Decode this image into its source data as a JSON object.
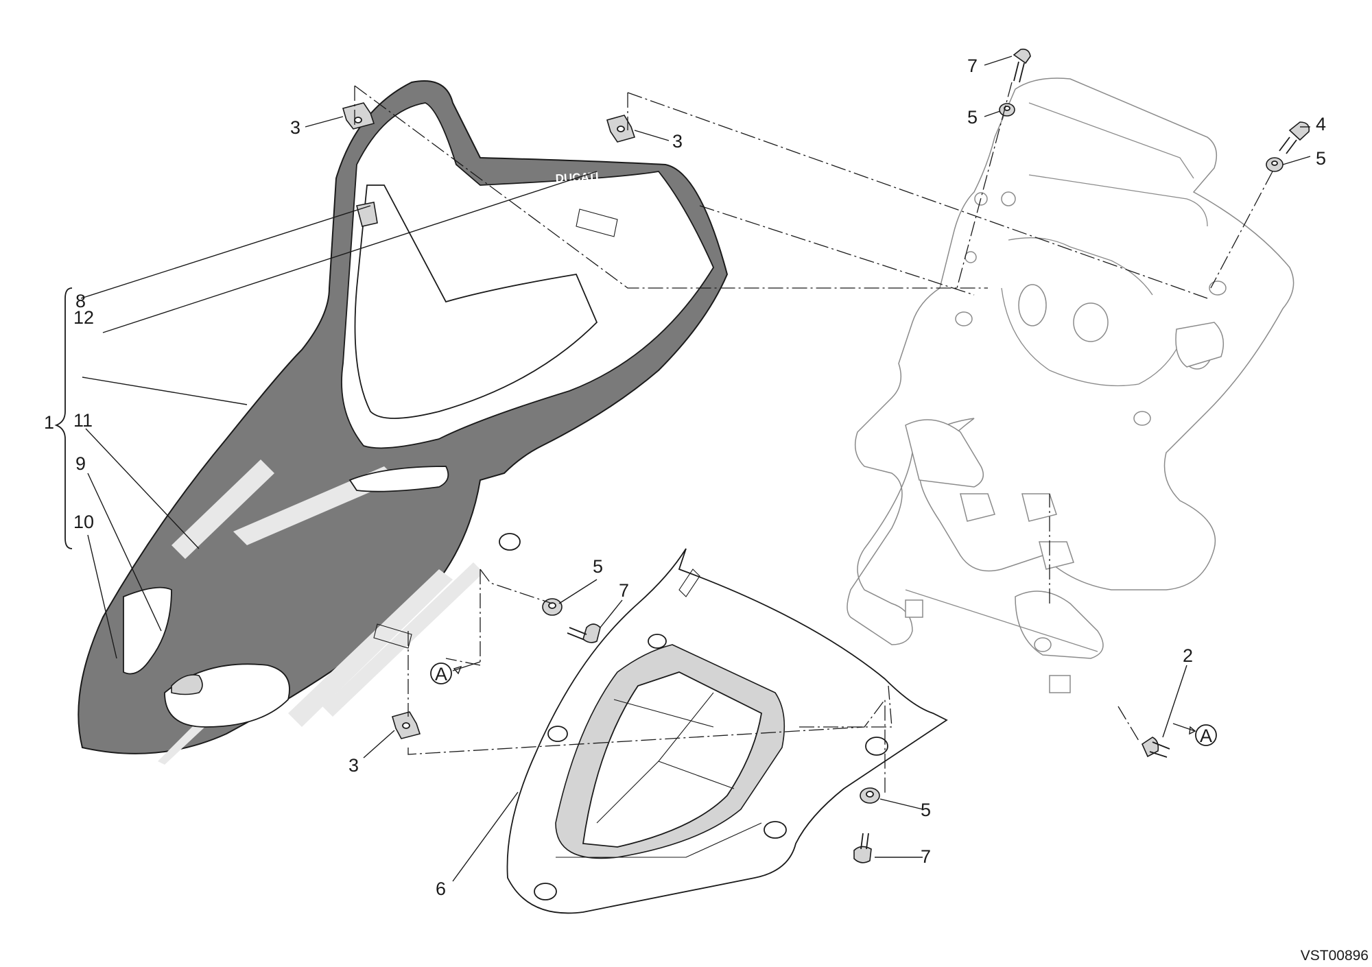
{
  "callouts": {
    "c1": "1",
    "c2": "2",
    "c3a": "3",
    "c3b": "3",
    "c3c": "3",
    "c4": "4",
    "c5a": "5",
    "c5b": "5",
    "c5c": "5",
    "c5d": "5",
    "c6": "6",
    "c7a": "7",
    "c7b": "7",
    "c7c": "7",
    "c8": "8",
    "c9": "9",
    "c10": "10",
    "c11": "11",
    "c12": "12"
  },
  "connection_markers": {
    "a1": "A",
    "a2": "A"
  },
  "decal_text": "DUCATI",
  "reference_code": "VST00896"
}
